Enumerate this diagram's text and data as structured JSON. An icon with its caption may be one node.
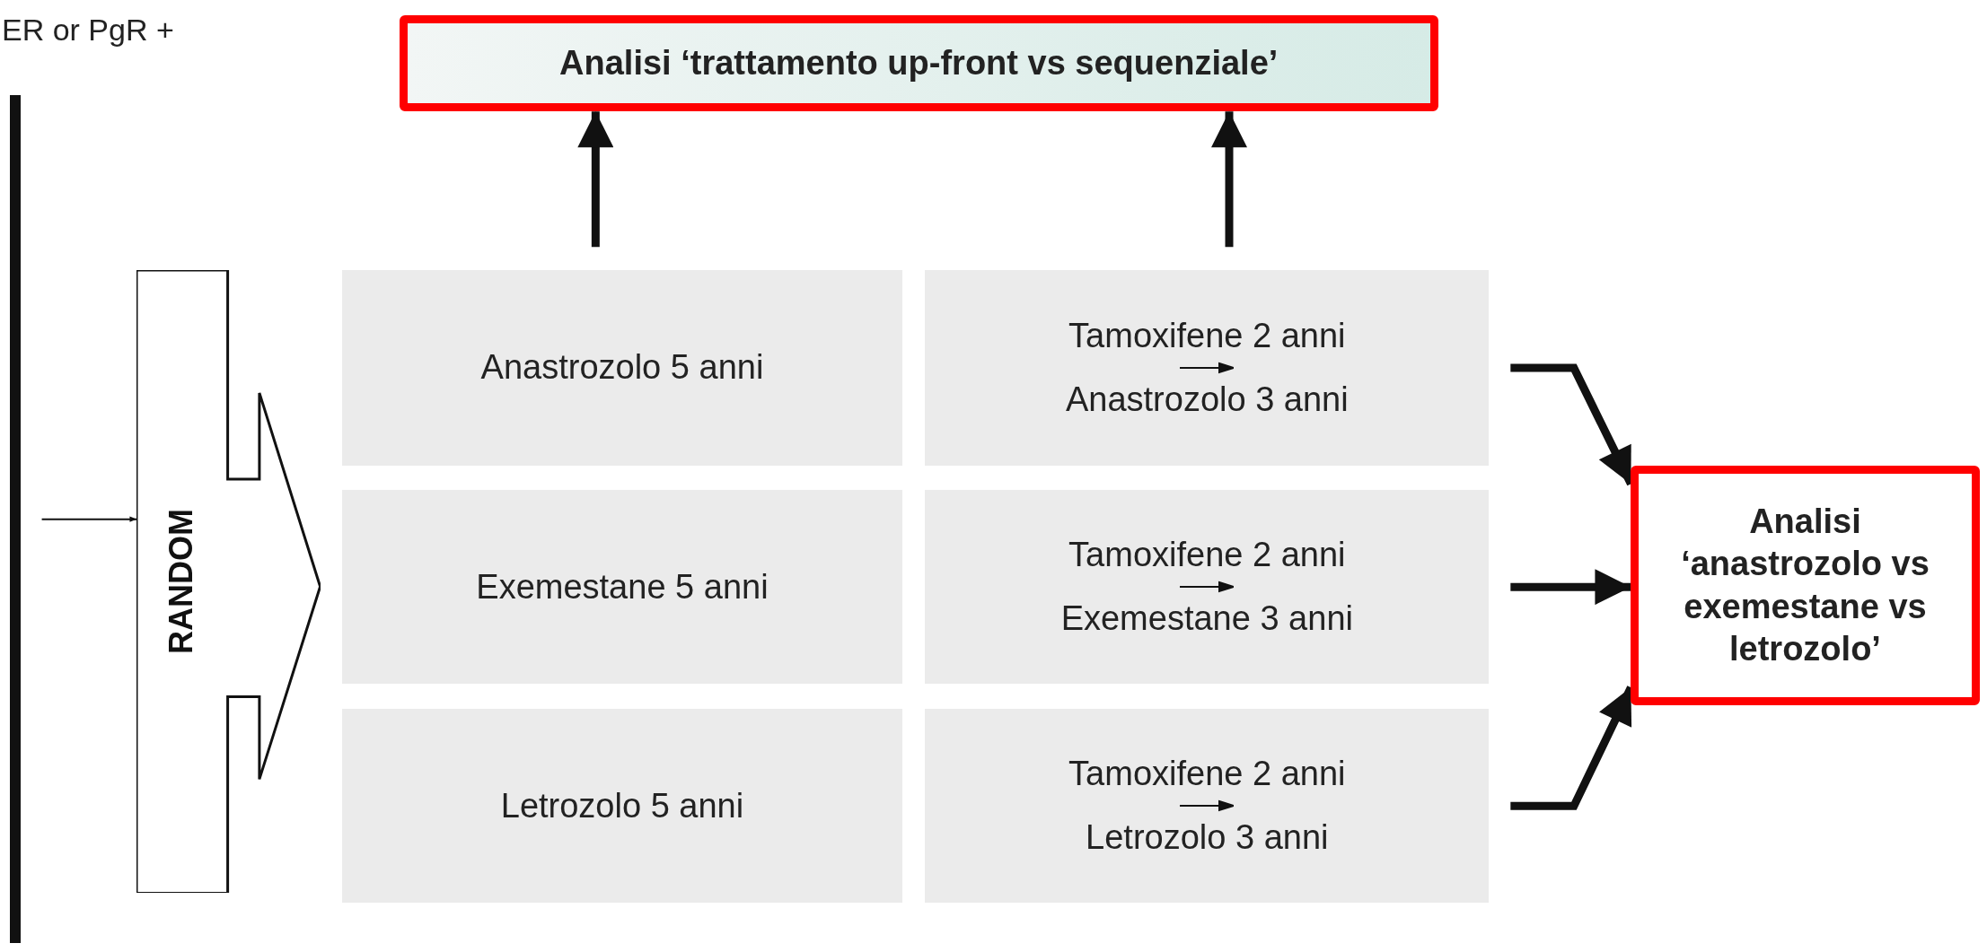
{
  "diagram": {
    "nodes": [
      {
        "text": [],
        "shape": "bar",
        "beside": [
          "ER or PgR +"
        ]
      },
      {
        "text": [
          "RANDOM"
        ]
      },
      {
        "text": [
          "Analisi ‘trattamento up-front vs sequenziale’"
        ]
      },
      {
        "text": [
          "Anastrozolo 5 anni"
        ]
      },
      {
        "text": [
          "Tamoxifene 2 anni",
          "Anastrozolo 3 anni"
        ]
      },
      {
        "text": [
          "Exemestane 5 anni"
        ]
      },
      {
        "text": [
          "Tamoxifene 2 anni",
          "Exemestane 3 anni"
        ]
      },
      {
        "text": [
          "Letrozolo 5 anni"
        ]
      },
      {
        "text": [
          "Tamoxifene 2 anni",
          "Letrozolo 3 anni"
        ]
      },
      {
        "text": [
          "Analisi ‘anastrozolo vs exemestane vs letrozolo’"
        ]
      }
    ],
    "edges": [
      {
        "from": 0,
        "to": 1,
        "arrow": "to"
      },
      {
        "from": 3,
        "to": 2,
        "arrow": "to"
      },
      {
        "from": 4,
        "to": 2,
        "arrow": "to"
      },
      {
        "from": 4,
        "to": 9,
        "arrow": "to"
      },
      {
        "from": 6,
        "to": 9,
        "arrow": "to"
      },
      {
        "from": 8,
        "to": 9,
        "arrow": "to"
      }
    ]
  }
}
